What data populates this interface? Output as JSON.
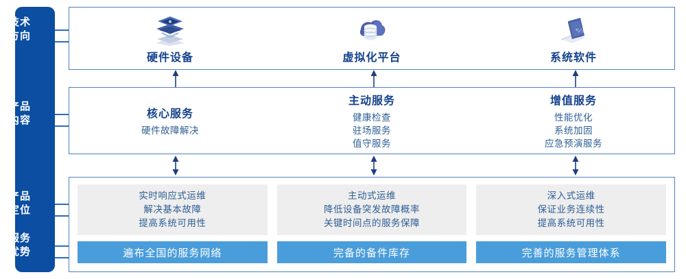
{
  "sidebar": {
    "color": "#0B4EA2",
    "labels": [
      {
        "id": "tech-direction",
        "line1": "技术",
        "line2": "方向"
      },
      {
        "id": "product-content",
        "line1": "产品",
        "line2": "内容"
      },
      {
        "id": "product-position",
        "line1": "产品",
        "line2": "定位"
      },
      {
        "id": "service-advantage",
        "line1": "服务",
        "line2": "优势"
      }
    ]
  },
  "tech": {
    "columns": [
      {
        "icon": "server-stack-icon",
        "label": "硬件设备"
      },
      {
        "icon": "cloud-database-icon",
        "label": "虚拟化平台"
      },
      {
        "icon": "laptop-code-icon",
        "label": "系统软件"
      }
    ]
  },
  "content": {
    "columns": [
      {
        "heading": "核心服务",
        "items": [
          "硬件故障解决"
        ]
      },
      {
        "heading": "主动服务",
        "items": [
          "健康检查",
          "驻场服务",
          "值守服务"
        ]
      },
      {
        "heading": "增值服务",
        "items": [
          "性能优化",
          "系统加固",
          "应急预演服务"
        ]
      }
    ]
  },
  "positioning": {
    "columns": [
      {
        "lines": [
          "实时响应式运维",
          "解决基本故障",
          "提高系统可用性"
        ]
      },
      {
        "lines": [
          "主动式运维",
          "降低设备突发故障概率",
          "关键时间点的服务保障"
        ]
      },
      {
        "lines": [
          "深入式运维",
          "保证业务连续性",
          "提高系统可用性"
        ]
      }
    ]
  },
  "advantages": {
    "color": "#4A9DDB",
    "bars": [
      "遍布全国的服务网络",
      "完备的备件库存",
      "完善的服务管理体系"
    ]
  },
  "colors": {
    "sidebar_blue": "#0B4EA2",
    "panel_border": "#4F81BD",
    "heading_blue": "#15428B",
    "body_blue": "#2E5E95",
    "bar_blue": "#4A9DDB",
    "gray_box": "#EEEEEE",
    "arrow_blue": "#1F3F7F"
  }
}
